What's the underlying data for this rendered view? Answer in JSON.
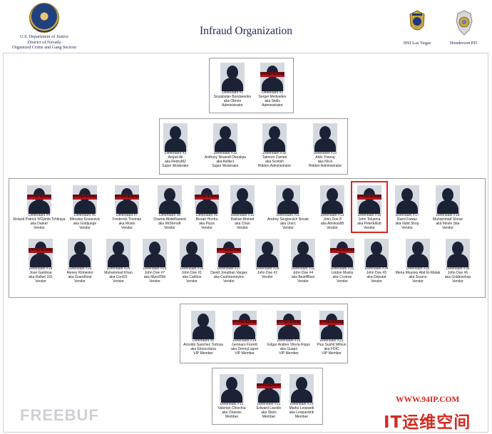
{
  "header": {
    "doj_lines": [
      "U.S. Department of Justice",
      "District of Nevada",
      "Organized Crime and Gang Section"
    ],
    "title": "Infraud Organization",
    "agency_right_1": "HSI Las Vegas",
    "agency_right_2": "Henderson PD"
  },
  "stamp_text": "APPREHENDED",
  "tiers": [
    {
      "name": "administrators",
      "rows": [
        [
          {
            "lines": [
              "Defendant #1",
              "Svyatoslav Bondarenko",
              "aka Obnon",
              "Administrator"
            ],
            "apprehended": false
          },
          {
            "lines": [
              "Defendant #2",
              "Sergei Medvedev",
              "aka Stells",
              "Administrator"
            ],
            "apprehended": true
          }
        ]
      ]
    },
    {
      "name": "super-moderators",
      "rows": [
        [
          {
            "lines": [
              "Defendant #3",
              "Amjad Ali",
              "aka RedruMZ",
              "Super Moderator"
            ],
            "apprehended": false
          },
          {
            "lines": [
              "Defendant #32",
              "Anthony Nnamdi Okeakpu",
              "aka Aslike1",
              "Super Moderator"
            ],
            "apprehended": false
          },
          {
            "lines": [
              "Defendant #30",
              "Taimoor Zaman",
              "aka Scotish",
              "Hidden Administrator"
            ],
            "apprehended": false
          },
          {
            "lines": [
              "Defendant #31",
              "Aldo Ymeraj",
              "aka Nii.in",
              "Hidden Administrator"
            ],
            "apprehended": false
          }
        ]
      ]
    },
    {
      "name": "vendors",
      "rows": [
        [
          {
            "lines": [
              "Defendant #4",
              "Roland Patrick N'Djimbi Tchikaya",
              "aka Darker",
              "Vendor"
            ],
            "apprehended": true
          },
          {
            "lines": [
              "Defendant #6",
              "Miroslav Kovacevic",
              "aka Goldjunge",
              "Vendor"
            ],
            "apprehended": true
          },
          {
            "lines": [
              "Defendant #7",
              "Frederick Thomas",
              "aka Mosto",
              "Vendor"
            ],
            "apprehended": true
          },
          {
            "lines": [
              "Defendant #8",
              "Osama Abdelhamed",
              "aka MrShrnofr",
              "Vendor"
            ],
            "apprehended": false
          },
          {
            "lines": [
              "Defendant #9",
              "Besart Hoxha",
              "aka Pizza",
              "Vendor"
            ],
            "apprehended": true
          },
          {
            "lines": [
              "Defendant #10",
              "Raihan Ahmed",
              "aka Chan",
              "Vendor"
            ],
            "apprehended": false
          },
          {
            "lines": [
              "Defendant #11",
              "Andrey Sergeevich Novak",
              "aka Unicc",
              "Vendor"
            ],
            "apprehended": false
          },
          {
            "lines": [
              "Defendant #13",
              "John Doe 8",
              "aka Aimless88",
              "Vendor"
            ],
            "apprehended": false
          },
          {
            "lines": [
              "Defendant #16",
              "John Telusma",
              "aka PeterElliott",
              "Vendor"
            ],
            "apprehended": true,
            "highlight": true
          },
          {
            "lines": [
              "Defendant #17",
              "Rami Fawaz",
              "aka Valid Shop",
              "Vendor"
            ],
            "apprehended": false
          },
          {
            "lines": [
              "Defendant #18",
              "Muhammad Shiraz",
              "aka Movie Star",
              "Vendor"
            ],
            "apprehended": false
          }
        ],
        [
          {
            "lines": [
              "Defendant #19",
              "Jose Gamboa",
              "aka Rafael 101",
              "Vendor"
            ],
            "apprehended": true
          },
          {
            "lines": [
              "Defendant #20",
              "Alexey Klimenko",
              "aka Grandhost",
              "Vendor"
            ],
            "apprehended": false
          },
          {
            "lines": [
              "Defendant #24",
              "Muhammad Khan",
              "aka Cool22",
              "Vendor"
            ],
            "apprehended": false
          },
          {
            "lines": [
              "Defendant #25",
              "John Doe #7",
              "aka Mued'Dib",
              "Vendor"
            ],
            "apprehended": false
          },
          {
            "lines": [
              "Defendant #26",
              "John Doe #1",
              "aka Carlitos",
              "Vendor"
            ],
            "apprehended": false
          },
          {
            "lines": [
              "Defendant #27",
              "David Jonathan Varges",
              "aka Cashmoneyinc",
              "Vendor"
            ],
            "apprehended": true
          },
          {
            "lines": [
              "Defendant #28",
              "John Doe #2",
              "Vendor"
            ],
            "apprehended": false
          },
          {
            "lines": [
              "Defendant #32",
              "John Doe #4",
              "aka Best4Best",
              "Vendor"
            ],
            "apprehended": false
          },
          {
            "lines": [
              "Defendant #33",
              "Liridon Musliu",
              "aka Ccstore",
              "Vendor"
            ],
            "apprehended": true
          },
          {
            "lines": [
              "Defendant #34",
              "John Doe #5",
              "aka Deputat",
              "Vendor"
            ],
            "apprehended": false
          },
          {
            "lines": [
              "Defendant #35",
              "Mena Mouries Abd El-Malak",
              "aka Source",
              "Vendor"
            ],
            "apprehended": false
          },
          {
            "lines": [
              "Defendant #36",
              "John Doe #6",
              "aka Goldenshop",
              "Vendor"
            ],
            "apprehended": false
          }
        ]
      ]
    },
    {
      "name": "vip-members",
      "rows": [
        [
          {
            "lines": [
              "Defendant #5",
              "Arnoldo Sanchez Tortoya",
              "aka Elroncoluna",
              "VIP Member"
            ],
            "apprehended": false
          },
          {
            "lines": [
              "Defendant #14",
              "Gennaro Fiorelli",
              "aka DennyLogort",
              "VIP Member"
            ],
            "apprehended": true
          },
          {
            "lines": [
              "Defendant #15",
              "Edgar Andres Viloria Rojas",
              "aka Guapo",
              "VIP Member"
            ],
            "apprehended": true
          },
          {
            "lines": [
              "Defendant #23",
              "Pius Sushil Wilson",
              "aka FDIC",
              "VIP Member"
            ],
            "apprehended": true
          }
        ]
      ]
    },
    {
      "name": "members",
      "rows": [
        [
          {
            "lines": [
              "Defendant #12",
              "Valerian Chiochiu",
              "aka Onassis",
              "Member"
            ],
            "apprehended": false
          },
          {
            "lines": [
              "Defendant #21",
              "Edward Lavoile",
              "aka Skizo",
              "Member"
            ],
            "apprehended": true
          },
          {
            "lines": [
              "Defendant #29",
              "Marko Leopardi",
              "aka Leopardmk",
              "Member"
            ],
            "apprehended": false
          }
        ]
      ]
    }
  ],
  "watermarks": {
    "left": "FREEBUF",
    "url": "WWW.94IP.COM",
    "brand": "IT运维空间"
  }
}
